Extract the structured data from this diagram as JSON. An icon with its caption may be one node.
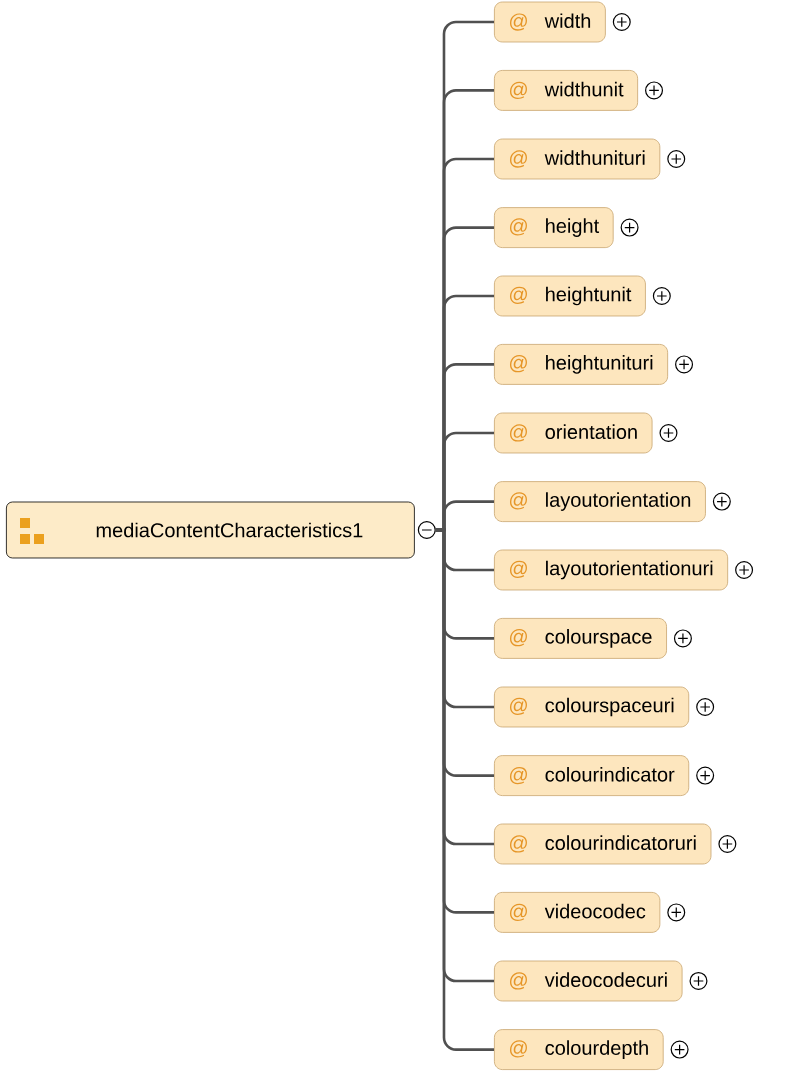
{
  "diagram": {
    "nodes": [
      {
        "text": [
          "mediaContentCharacteristics1"
        ]
      },
      {
        "text": [
          "@",
          "width"
        ]
      },
      {
        "text": [
          "@",
          "widthunit"
        ]
      },
      {
        "text": [
          "@",
          "widthunituri"
        ]
      },
      {
        "text": [
          "@",
          "height"
        ]
      },
      {
        "text": [
          "@",
          "heightunit"
        ]
      },
      {
        "text": [
          "@",
          "heightunituri"
        ]
      },
      {
        "text": [
          "@",
          "orientation"
        ]
      },
      {
        "text": [
          "@",
          "layoutorientation"
        ]
      },
      {
        "text": [
          "@",
          "layoutorientationuri"
        ]
      },
      {
        "text": [
          "@",
          "colourspace"
        ]
      },
      {
        "text": [
          "@",
          "colourspaceuri"
        ]
      },
      {
        "text": [
          "@",
          "colourindicator"
        ]
      },
      {
        "text": [
          "@",
          "colourindicatoruri"
        ]
      },
      {
        "text": [
          "@",
          "videocodec"
        ]
      },
      {
        "text": [
          "@",
          "videocodecuri"
        ]
      },
      {
        "text": [
          "@",
          "colourdepth"
        ]
      }
    ],
    "edges": [
      {
        "from": 0,
        "to": 1,
        "arrow": "none"
      },
      {
        "from": 0,
        "to": 2,
        "arrow": "none"
      },
      {
        "from": 0,
        "to": 3,
        "arrow": "none"
      },
      {
        "from": 0,
        "to": 4,
        "arrow": "none"
      },
      {
        "from": 0,
        "to": 5,
        "arrow": "none"
      },
      {
        "from": 0,
        "to": 6,
        "arrow": "none"
      },
      {
        "from": 0,
        "to": 7,
        "arrow": "none"
      },
      {
        "from": 0,
        "to": 8,
        "arrow": "none"
      },
      {
        "from": 0,
        "to": 9,
        "arrow": "none"
      },
      {
        "from": 0,
        "to": 10,
        "arrow": "none"
      },
      {
        "from": 0,
        "to": 11,
        "arrow": "none"
      },
      {
        "from": 0,
        "to": 12,
        "arrow": "none"
      },
      {
        "from": 0,
        "to": 13,
        "arrow": "none"
      },
      {
        "from": 0,
        "to": 14,
        "arrow": "none"
      },
      {
        "from": 0,
        "to": 15,
        "arrow": "none"
      },
      {
        "from": 0,
        "to": 16,
        "arrow": "none"
      }
    ]
  }
}
